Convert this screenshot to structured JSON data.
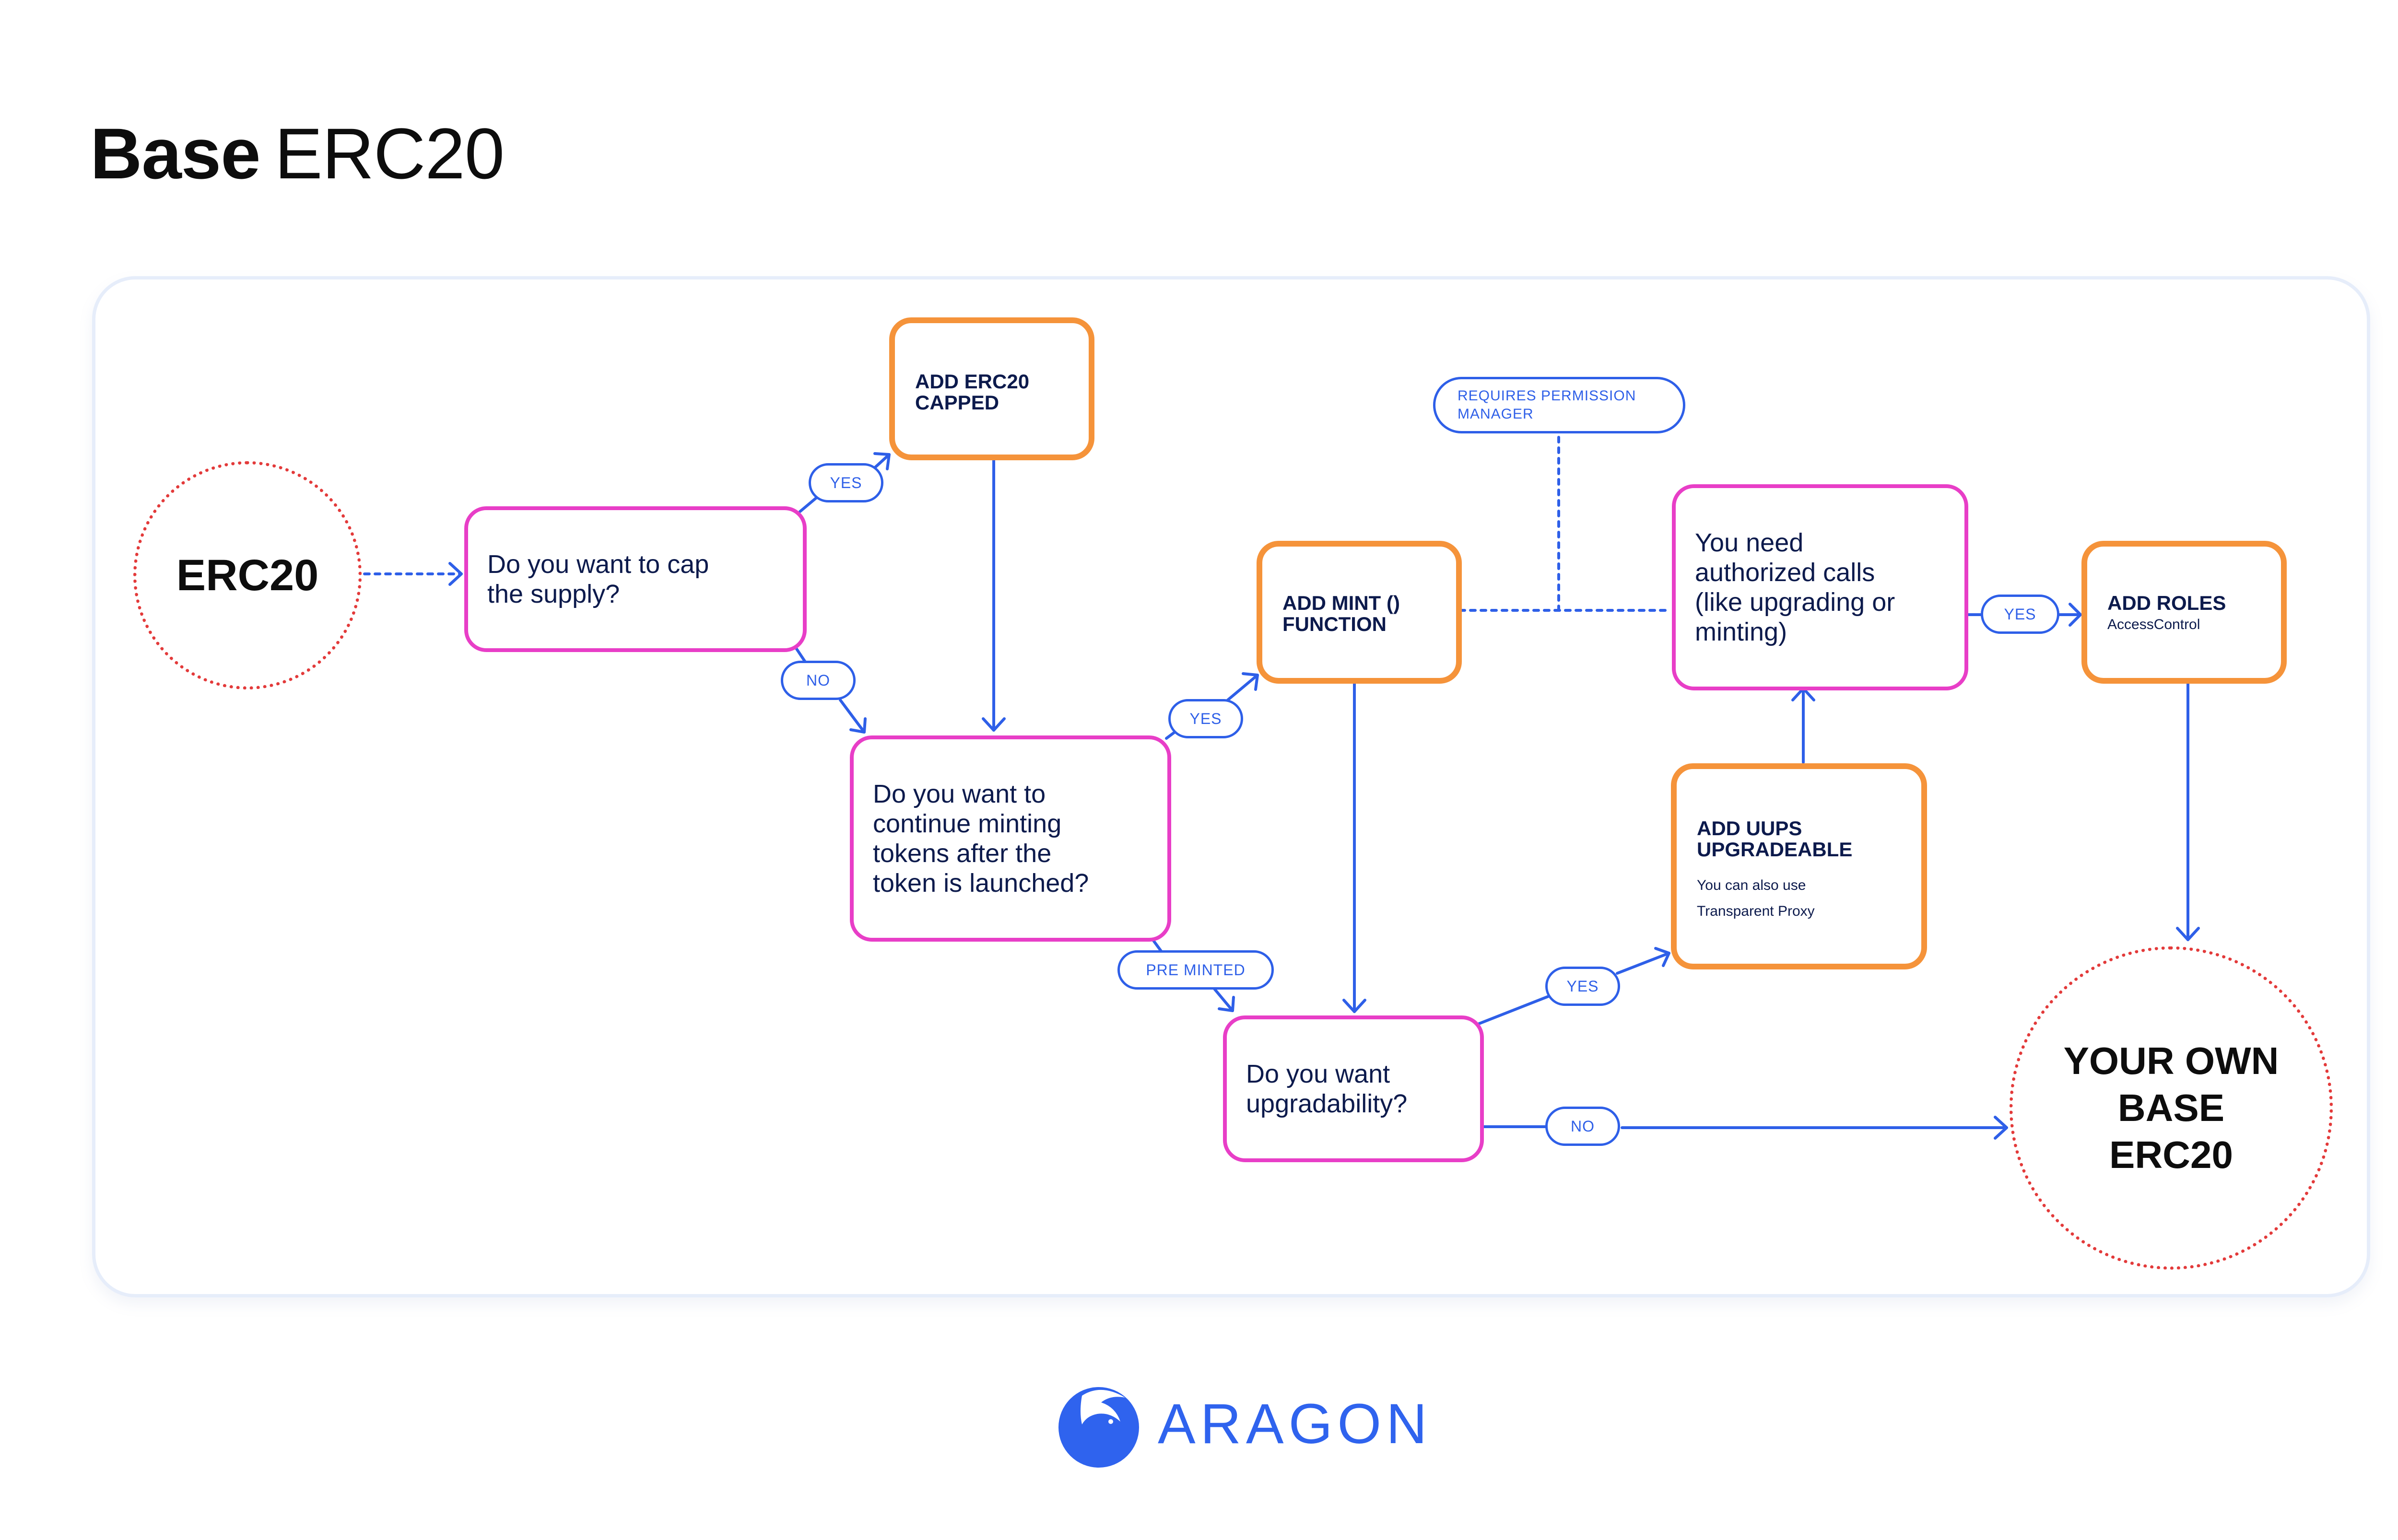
{
  "title": {
    "bold": "Base",
    "light": "ERC20"
  },
  "start_node": "ERC20",
  "end_node": "YOUR OWN\nBASE\nERC20",
  "questions": {
    "cap_supply": "Do you want to cap\nthe supply?",
    "continue_minting": "Do you want to\ncontinue minting\n tokens after the\ntoken is launched?",
    "upgradability": "Do you want\nupgradability?",
    "authorized_calls": "You need\nauthorized calls\n(like upgrading or\nminting)"
  },
  "actions": {
    "erc20_capped": "ADD ERC20\nCAPPED",
    "mint_function": "ADD MINT ()\nFUNCTION",
    "uups": {
      "label": "ADD UUPS\nUPGRADEABLE",
      "note": "You can also use\nTransparent Proxy"
    },
    "roles": {
      "label": "ADD ROLES",
      "note": "AccessControl"
    }
  },
  "edge_labels": {
    "yes_cap": "YES",
    "no_cap": "NO",
    "yes_mint": "YES",
    "pre_minted": "PRE MINTED",
    "yes_upgrade": "YES",
    "no_upgrade": "NO",
    "yes_roles": "YES",
    "requires_permission": "REQUIRES PERMISSION\nMANAGER"
  },
  "logo": {
    "word": "ARAGON",
    "name": "aragon-logo"
  },
  "colors": {
    "question_border": "#e83ec7",
    "action_border": "#f5933a",
    "arrow": "#2e5fe8",
    "terminal_border": "#e33a3a",
    "text": "#0c1a4c"
  }
}
